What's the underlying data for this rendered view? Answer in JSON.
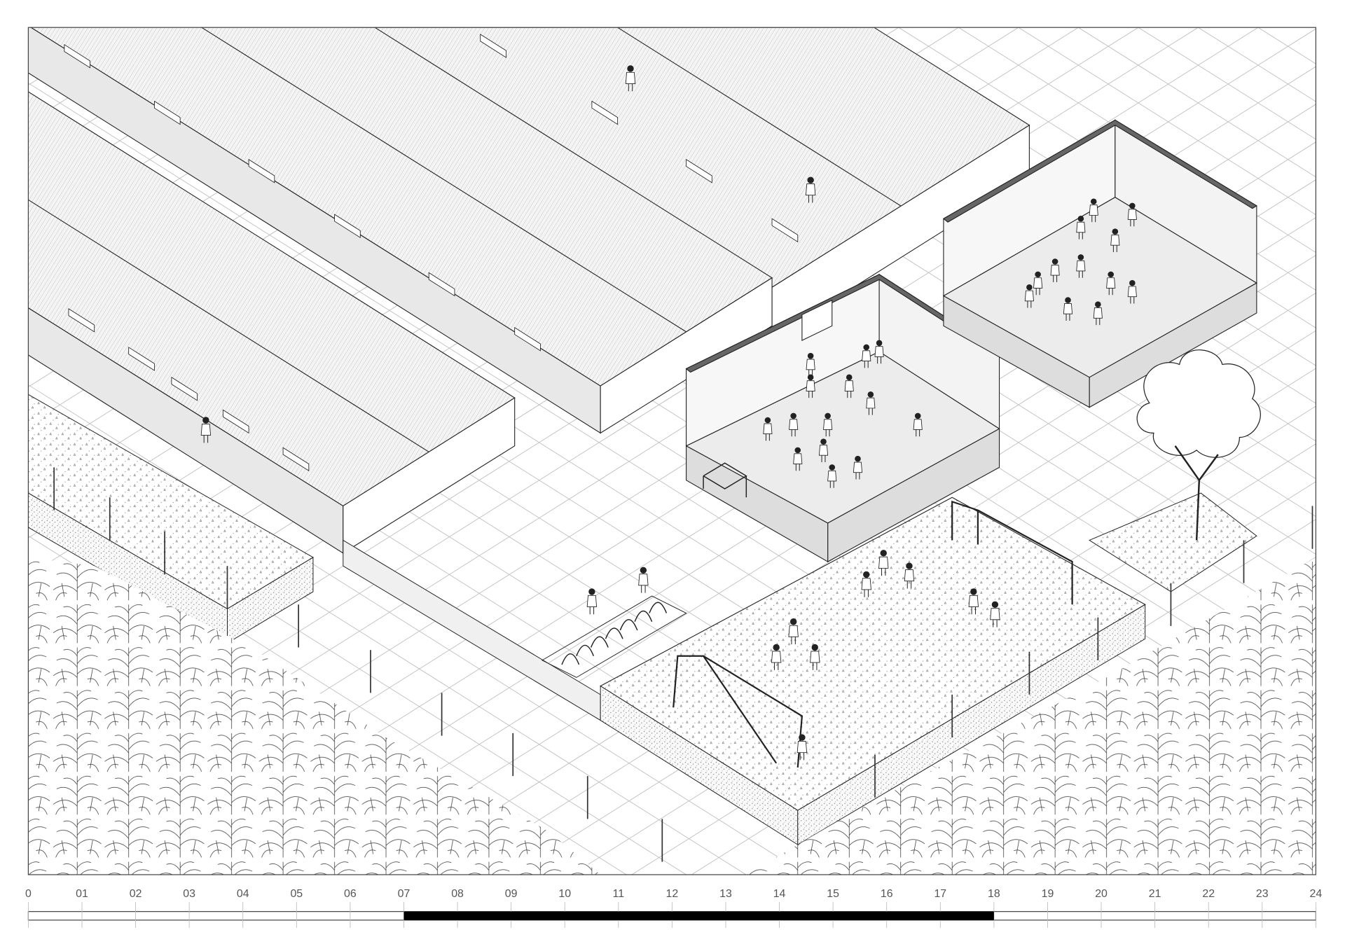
{
  "drawing": {
    "type": "axonometric site drawing",
    "colors": {
      "line": "#222222",
      "grid": "#bdbdbd",
      "shade": "#e6e6e6",
      "floor": "#ececec",
      "scale_fill": "#000000"
    }
  },
  "scale_bar": {
    "labels": [
      "0",
      "01",
      "02",
      "03",
      "04",
      "05",
      "06",
      "07",
      "08",
      "09",
      "10",
      "11",
      "12",
      "13",
      "14",
      "15",
      "16",
      "17",
      "18",
      "19",
      "20",
      "21",
      "22",
      "23",
      "24"
    ],
    "highlight_from": 7,
    "highlight_to": 18
  }
}
